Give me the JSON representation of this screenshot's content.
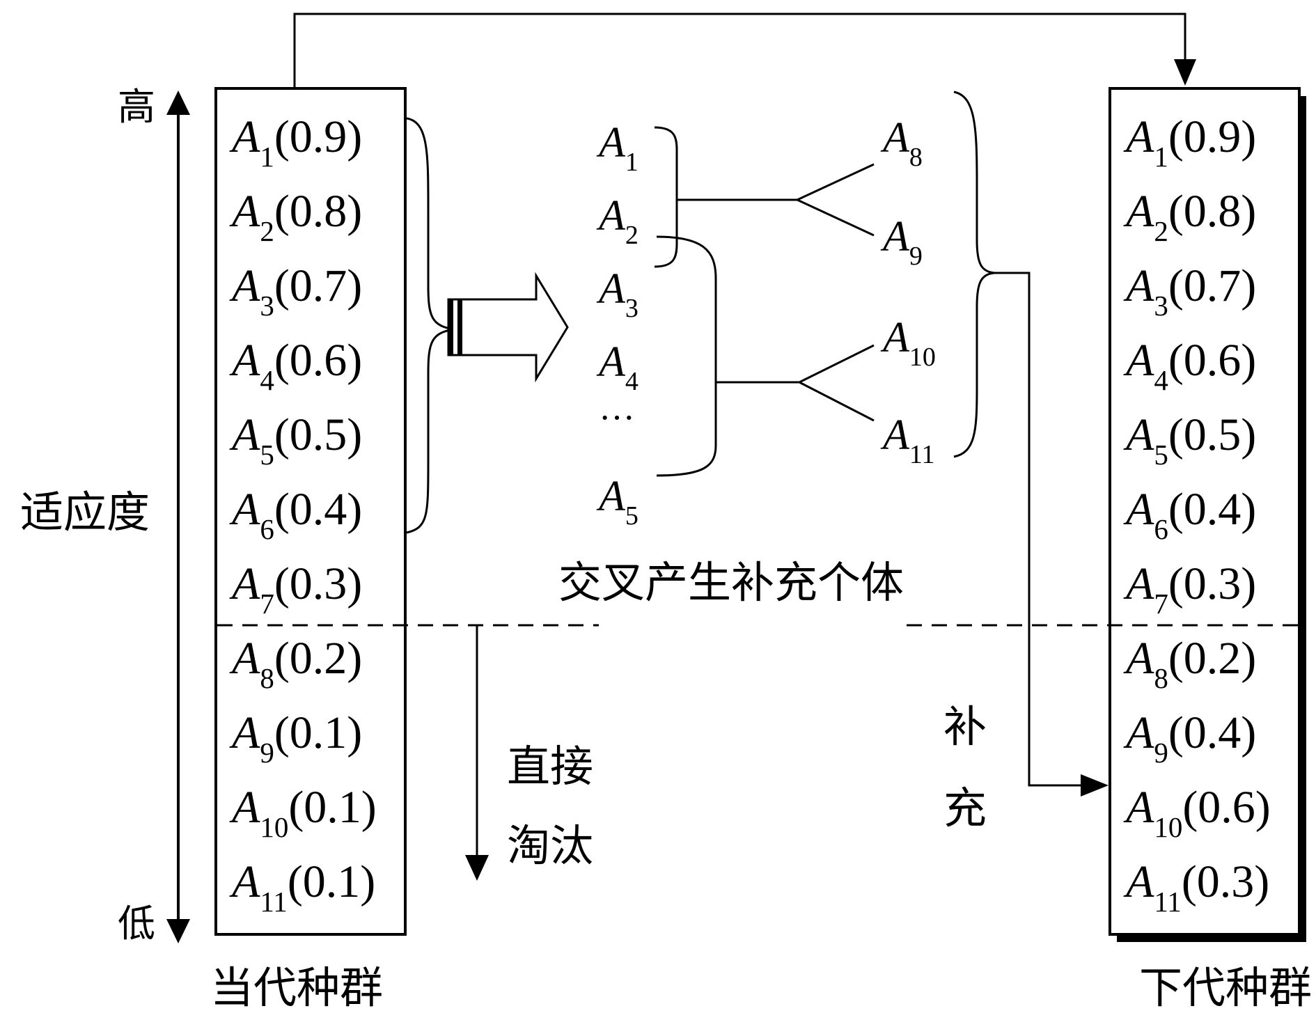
{
  "axis": {
    "high_label": "高",
    "low_label": "低",
    "title": "适应度"
  },
  "current_population": {
    "caption": "当代种群",
    "items": [
      {
        "sym": "A",
        "sub": "1",
        "val": "(0.9)"
      },
      {
        "sym": "A",
        "sub": "2",
        "val": "(0.8)"
      },
      {
        "sym": "A",
        "sub": "3",
        "val": "(0.7)"
      },
      {
        "sym": "A",
        "sub": "4",
        "val": "(0.6)"
      },
      {
        "sym": "A",
        "sub": "5",
        "val": "(0.5)"
      },
      {
        "sym": "A",
        "sub": "6",
        "val": "(0.4)"
      },
      {
        "sym": "A",
        "sub": "7",
        "val": "(0.3)"
      },
      {
        "sym": "A",
        "sub": "8",
        "val": "(0.2)"
      },
      {
        "sym": "A",
        "sub": "9",
        "val": "(0.1)"
      },
      {
        "sym": "A",
        "sub": "10",
        "val": "(0.1)"
      },
      {
        "sym": "A",
        "sub": "11",
        "val": "(0.1)"
      }
    ]
  },
  "next_population": {
    "caption": "下代种群",
    "items": [
      {
        "sym": "A",
        "sub": "1",
        "val": "(0.9)"
      },
      {
        "sym": "A",
        "sub": "2",
        "val": "(0.8)"
      },
      {
        "sym": "A",
        "sub": "3",
        "val": "(0.7)"
      },
      {
        "sym": "A",
        "sub": "4",
        "val": "(0.6)"
      },
      {
        "sym": "A",
        "sub": "5",
        "val": "(0.5)"
      },
      {
        "sym": "A",
        "sub": "6",
        "val": "(0.4)"
      },
      {
        "sym": "A",
        "sub": "7",
        "val": "(0.3)"
      },
      {
        "sym": "A",
        "sub": "8",
        "val": "(0.2)"
      },
      {
        "sym": "A",
        "sub": "9",
        "val": "(0.4)"
      },
      {
        "sym": "A",
        "sub": "10",
        "val": "(0.6)"
      },
      {
        "sym": "A",
        "sub": "11",
        "val": "(0.3)"
      }
    ]
  },
  "parents": [
    {
      "sym": "A",
      "sub": "1"
    },
    {
      "sym": "A",
      "sub": "2"
    },
    {
      "sym": "A",
      "sub": "3"
    },
    {
      "sym": "A",
      "sub": "4"
    },
    {
      "sym": "ellipsis",
      "text": "···"
    },
    {
      "sym": "A",
      "sub": "5"
    }
  ],
  "offspring": [
    {
      "sym": "A",
      "sub": "8"
    },
    {
      "sym": "A",
      "sub": "9"
    },
    {
      "sym": "A",
      "sub": "10"
    },
    {
      "sym": "A",
      "sub": "11"
    }
  ],
  "crossover_caption": "交叉产生补充个体",
  "eliminate_label": [
    "直接",
    "淘汰"
  ],
  "supplement_label": [
    "补",
    "充"
  ]
}
